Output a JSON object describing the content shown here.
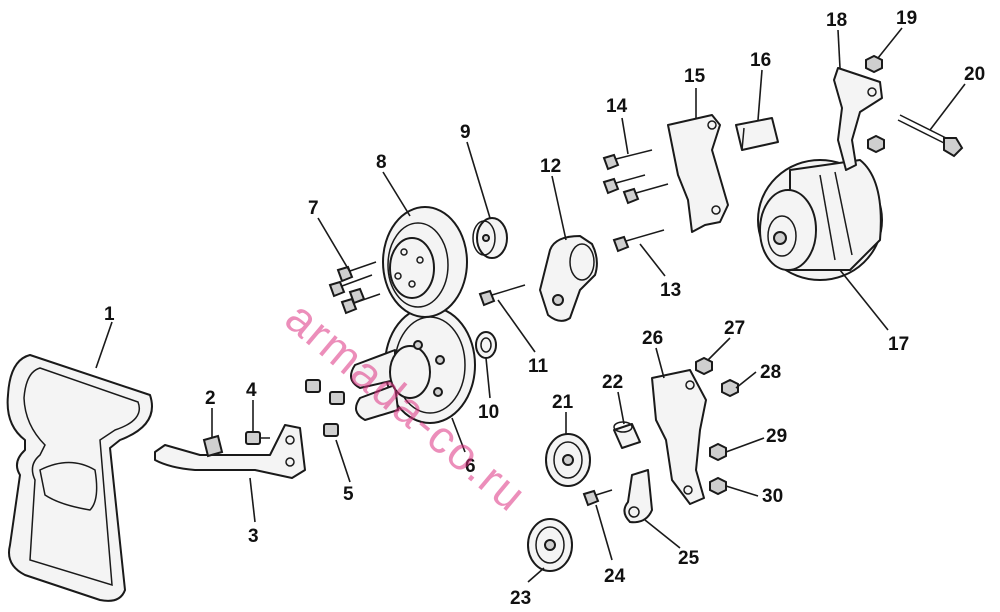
{
  "callouts": [
    {
      "id": "1",
      "label": "1"
    },
    {
      "id": "2",
      "label": "2"
    },
    {
      "id": "3",
      "label": "3"
    },
    {
      "id": "4",
      "label": "4"
    },
    {
      "id": "5",
      "label": "5"
    },
    {
      "id": "6",
      "label": "6"
    },
    {
      "id": "7",
      "label": "7"
    },
    {
      "id": "8",
      "label": "8"
    },
    {
      "id": "9",
      "label": "9"
    },
    {
      "id": "10",
      "label": "10"
    },
    {
      "id": "11",
      "label": "11"
    },
    {
      "id": "12",
      "label": "12"
    },
    {
      "id": "13",
      "label": "13"
    },
    {
      "id": "14",
      "label": "14"
    },
    {
      "id": "15",
      "label": "15"
    },
    {
      "id": "16",
      "label": "16"
    },
    {
      "id": "17",
      "label": "17"
    },
    {
      "id": "18",
      "label": "18"
    },
    {
      "id": "19",
      "label": "19"
    },
    {
      "id": "20",
      "label": "20"
    },
    {
      "id": "21",
      "label": "21"
    },
    {
      "id": "22",
      "label": "22"
    },
    {
      "id": "23",
      "label": "23"
    },
    {
      "id": "24",
      "label": "24"
    },
    {
      "id": "25",
      "label": "25"
    },
    {
      "id": "26",
      "label": "26"
    },
    {
      "id": "27",
      "label": "27"
    },
    {
      "id": "28",
      "label": "28"
    },
    {
      "id": "29",
      "label": "29"
    },
    {
      "id": "30",
      "label": "30"
    }
  ],
  "watermark": "armada-co.ru",
  "colors": {
    "line": "#1a1a1a",
    "fill": "#f4f4f4",
    "watermark": "#dc3282"
  }
}
